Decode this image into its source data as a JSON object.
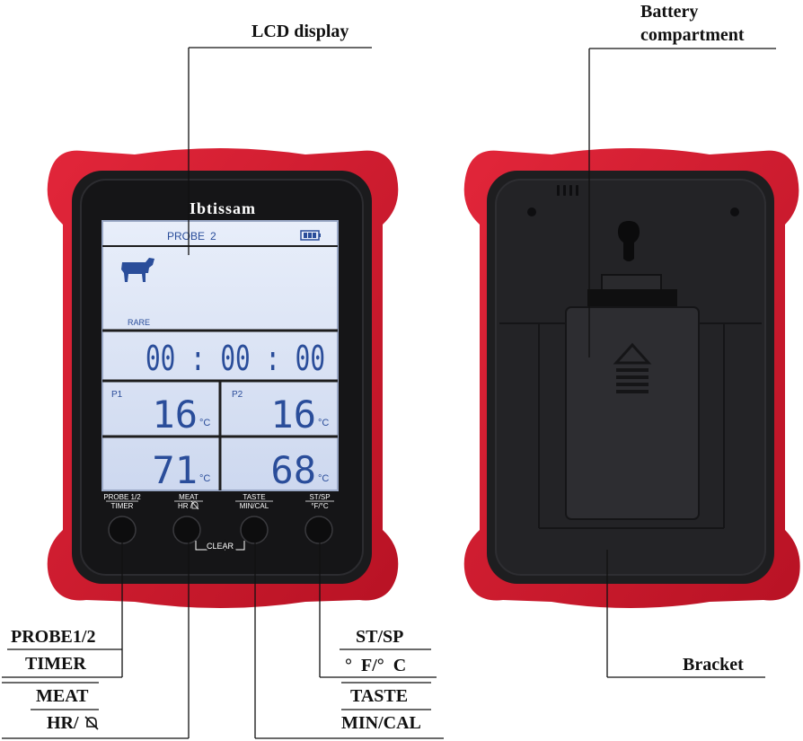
{
  "labels": {
    "lcd_display": "LCD display",
    "battery_line1": "Battery",
    "battery_line2": "compartment",
    "bracket": "Bracket",
    "probe12": "PROBE1/2",
    "timer": "TIMER",
    "meat": "MEAT",
    "hr": "HR/",
    "stsp": "ST/SP",
    "fc": "°  F/°  C",
    "taste": "TASTE",
    "mincal": "MIN/CAL"
  },
  "device": {
    "brand": "Ibtissam",
    "header": "PROBE",
    "probe_num": "2",
    "doneness": "RARE",
    "timer": "00 : 00 : 00",
    "p1_label": "P1",
    "p2_label": "P2",
    "p1_temp": "16",
    "p2_temp": "16",
    "p1_target": "71",
    "p2_target": "68",
    "unit": "°C",
    "buttons": [
      {
        "top": "PROBE 1/2",
        "bottom": "TIMER"
      },
      {
        "top": "MEAT",
        "bottom": "HR / "
      },
      {
        "top": "TASTE",
        "bottom": "MIN/CAL"
      },
      {
        "top": "ST/SP",
        "bottom": "°F/°C"
      }
    ],
    "clear": "CLEAR"
  },
  "colors": {
    "case_red": "#d4182c",
    "body_black": "#1b1b1d",
    "lcd_bg": "#dde6f6",
    "lcd_ink": "#2a4d9a"
  }
}
